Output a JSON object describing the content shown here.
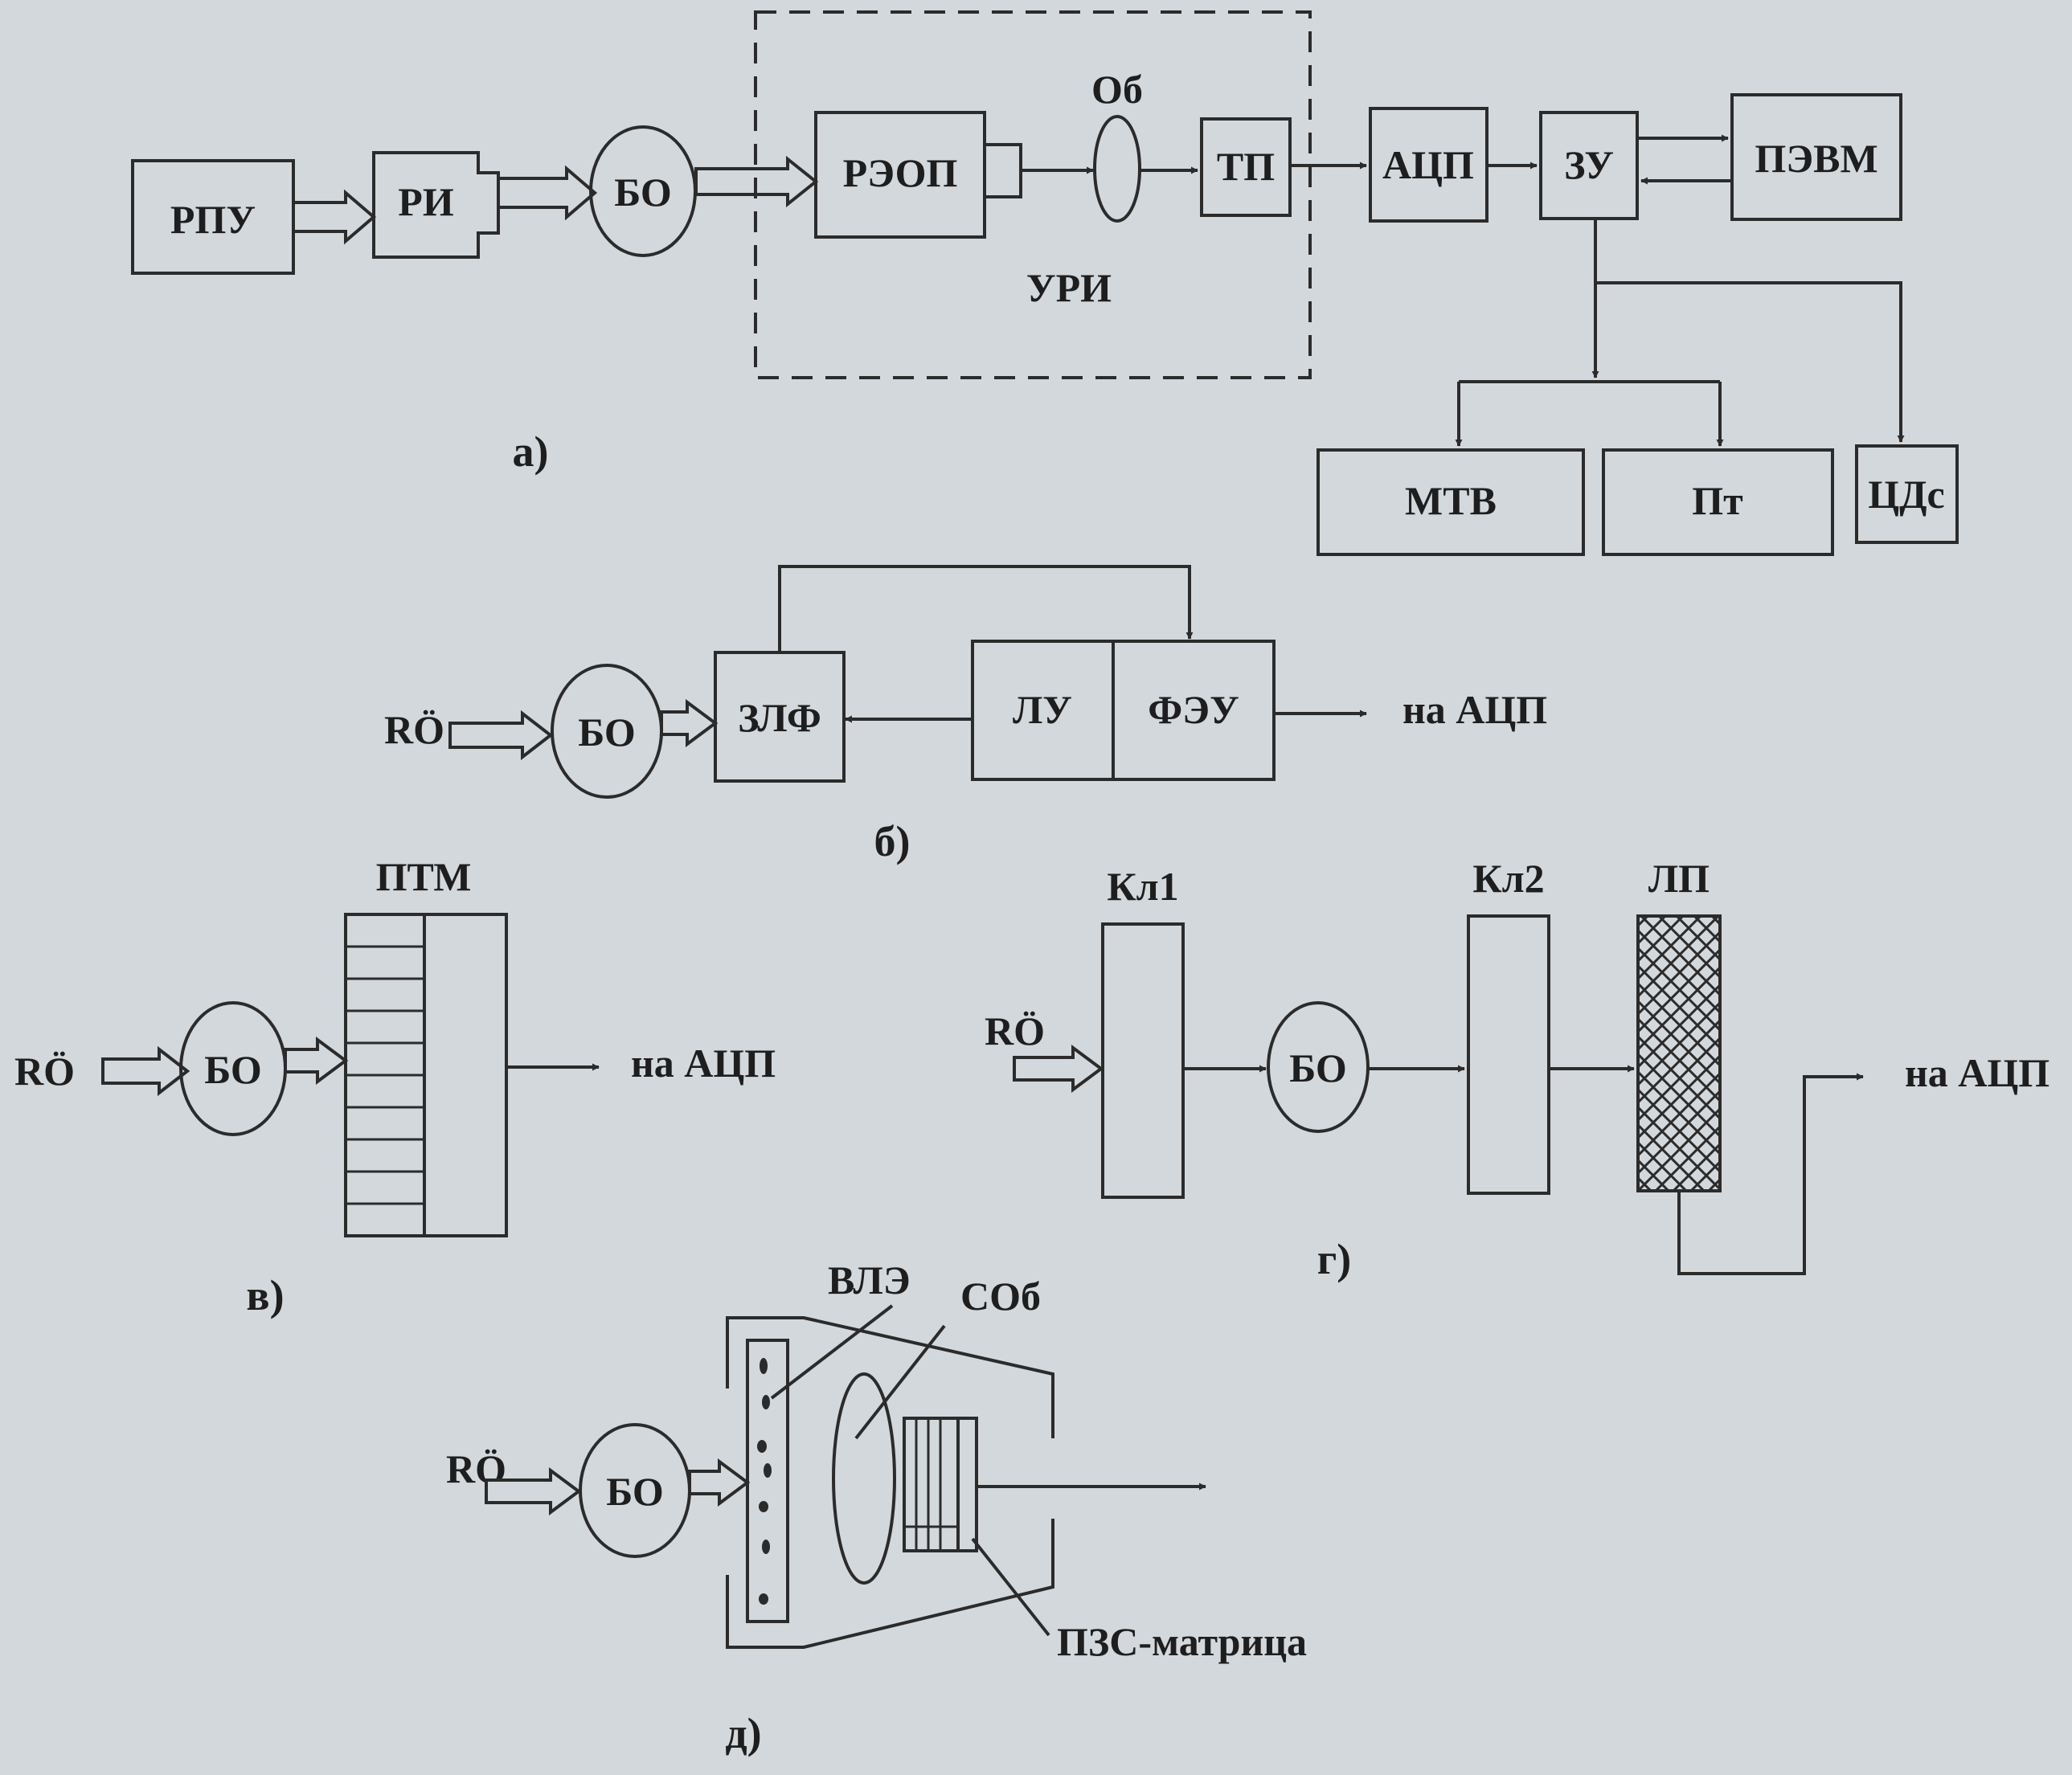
{
  "colors": {
    "background": "#d3d8dc",
    "ink": "#2b2b2b"
  },
  "panel_a": {
    "caption": "а)",
    "blocks": {
      "rpu": "РПУ",
      "ri": "РИ",
      "bo": "БО",
      "reop": "РЭОП",
      "ob": "Об",
      "tp": "ТП",
      "acp": "АЦП",
      "zu": "ЗУ",
      "pevm": "ПЭВМ",
      "mtv": "МТВ",
      "pt": "Пт",
      "cds": "ЦДс"
    },
    "group_label": "УРИ"
  },
  "panel_b": {
    "caption": "б)",
    "input": "RÖ",
    "blocks": {
      "bo": "БО",
      "zlf": "ЗЛФ",
      "lu": "ЛУ",
      "feu": "ФЭУ"
    },
    "output": "на АЦП"
  },
  "panel_v": {
    "caption": "в)",
    "input": "RÖ",
    "blocks": {
      "bo": "БО",
      "ptm": "ПТМ"
    },
    "output": "на АЦП"
  },
  "panel_g": {
    "caption": "г)",
    "input": "RÖ",
    "blocks": {
      "kl1": "Кл1",
      "bo": "БО",
      "kl2": "Кл2",
      "lp": "ЛП"
    },
    "output": "на АЦП"
  },
  "panel_d": {
    "caption": "д)",
    "input": "RÖ",
    "blocks": {
      "bo": "БО"
    },
    "labels": {
      "vle": "ВЛЭ",
      "sob": "СОб",
      "pzs": "ПЗС-матрица"
    }
  }
}
